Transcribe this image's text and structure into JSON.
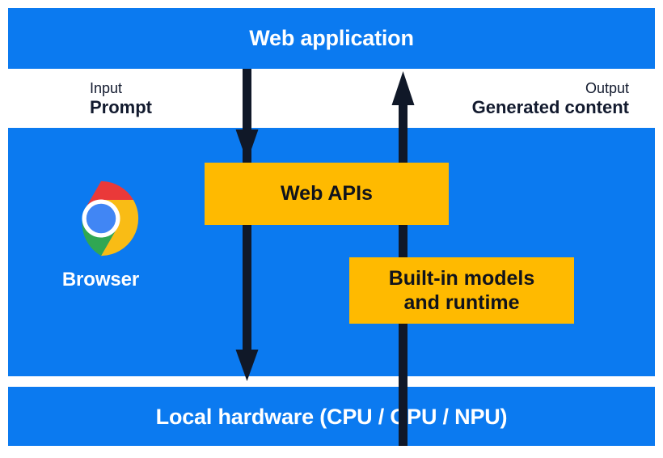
{
  "diagram": {
    "title": "Web application",
    "colors": {
      "band_blue": "#0B7AF0",
      "box_yellow": "#FFBA00",
      "arrow_navy": "#101828",
      "text_dark": "#121a2e",
      "text_light": "#ffffff",
      "background": "#ffffff"
    },
    "bands": {
      "top_label": "Web application",
      "bottom_label": "Local hardware (CPU / GPU / NPU)"
    },
    "flows": {
      "input": {
        "kind": "Input",
        "value": "Prompt",
        "direction": "down",
        "icon": "arrow-down-icon"
      },
      "output": {
        "kind": "Output",
        "value": "Generated content",
        "direction": "up",
        "icon": "arrow-up-icon"
      }
    },
    "boxes": [
      {
        "id": "web-apis",
        "label": "Web APIs",
        "lines": [
          "Web APIs"
        ]
      },
      {
        "id": "built-in-models",
        "label": "Built-in models and runtime",
        "lines": [
          "Built-in models",
          "and runtime"
        ]
      }
    ],
    "browser": {
      "label": "Browser",
      "icon": "chrome-logo-icon"
    }
  }
}
